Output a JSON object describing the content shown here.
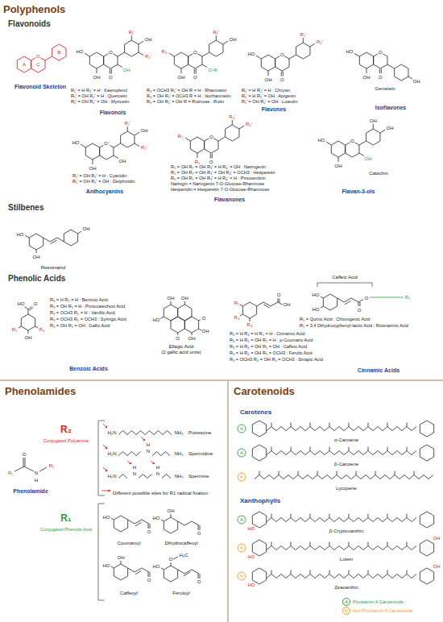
{
  "diagram": {
    "nodes": [
      {
        "text": [
          "Polyphenols"
        ]
      },
      {
        "text": [
          "Flavonoids"
        ],
        "in": 0
      },
      {
        "text": [
          "Flavonoid Skeleton"
        ],
        "in": 1
      },
      {
        "text": [
          "R₁' = H R₂' = H : Kaempferol",
          "R₁' = OH R₂' = H : Quercetin",
          "R₁' = OH R₂' = OH : Myricetin",
          "R₃ = OCH3 R₁' = OH R = H : Rhamnetin",
          "R₃ = OH R₁' = OCH3 R = H : Isorhamnetin",
          "R₃ = OH R₁' = OH R = Rutinose : Rutin",
          "Flavonols"
        ],
        "in": 1
      },
      {
        "text": [
          "R₁' = H R₂' = H : Chrysin",
          "R₁' = H R₂' = OH : Apigenin",
          "R₁' = OH R₂' = OH : Luteolin",
          "Flavones"
        ],
        "in": 1
      },
      {
        "text": [
          "Genistein",
          "Isoflavones"
        ],
        "in": 1
      },
      {
        "text": [
          "R₁' = OH R₂' = H : Cyanidin",
          "R₁' = OH R₂' = OH : Delphinidin",
          "Anthocyanins"
        ],
        "in": 1
      },
      {
        "text": [
          "R₅ = OH R₇ = OH R₃' = H R₄' = OH : Naringenin",
          "R₅ = OH R₇ = OH R₃' = OH R₄' = OCH3 : Hesperetin",
          "R₅ = OH R₇ = OH R₃' = H R₄' = H : Pinocembrin",
          "Naringin = Naringenin 7-O-Glucose-Rhamnose",
          "Hesperidin = Hesperetin 7-O-Glucose-Rhamnose",
          "Flavanones"
        ],
        "in": 1
      },
      {
        "text": [
          "Catechin",
          "Flavan-3-ols"
        ],
        "in": 1
      },
      {
        "text": [
          "Stilbenes",
          "Resveratrol"
        ],
        "in": 0
      },
      {
        "text": [
          "Phenolic Acids"
        ],
        "in": 0
      },
      {
        "text": [
          "R₃ = H R₅ = H : Benzoic Acid",
          "R₃ = OH R₅ = H : Protocatechuic Acid",
          "R₃ = OCH3 R₅ = H : Vanillic Acid",
          "R₃ = OCH3 R₅ = OCH3 : Syringic Acid",
          "R₃ = OH R₅ = OH : Gallic Acid",
          "Ellagic Acid",
          "(2 gallic acid units)",
          "Benzoic Acids"
        ],
        "in": 10
      },
      {
        "text": [
          "Caffeic Acid",
          "R₅ = Quinic Acid : Chlorogenic Acid",
          "R₅ = 3,4 Dihydroxyphenyl-lactic Acid : Rosmarinic Acid",
          "R₃ = H R₄ = H R₅ = H : Cinnamic Acid",
          "R₃ = H R₄ = OH R₅ = H : p-Coumaric Acid",
          "R₃ = H R₄ = OH R₅ = OH : Caffeic Acid",
          "R₃ = H R₄ = OH R₅ = OCH3 : Ferulic Acid",
          "R₃ = OCH3 R₄ = OH R₅ = OCH3 : Sinapic Acid",
          "Cinnamic Acids"
        ],
        "in": 10
      },
      {
        "text": [
          "Phenolamides"
        ]
      },
      {
        "text": [
          "Phenolamide"
        ],
        "in": 13
      },
      {
        "text": [
          "R₂",
          "Conjugated Polyamine",
          "Putrescine",
          "Spermidine",
          "Spermine",
          "Different possible sites for R1 radical fixation"
        ],
        "in": 13
      },
      {
        "text": [
          "R₁",
          "Conjugated Phenolic Acid",
          "Coumaroyl",
          "Dihydrocaffeoyl",
          "Caffeoyl",
          "Feruloyl"
        ],
        "in": 13
      },
      {
        "text": [
          "Carotenoids"
        ]
      },
      {
        "text": [
          "Carotenes",
          "α-Carotene",
          "β-Carotene",
          "Lycopene"
        ],
        "in": 17
      },
      {
        "text": [
          "Xanthophylls",
          "β-Cryptoxanthin",
          "Lutein",
          "Zeaxanthin"
        ],
        "in": 17
      }
    ],
    "labels": [
      "A",
      "C",
      "B",
      "O",
      "HO",
      "OH",
      "O",
      "O",
      "OH",
      "R₁'",
      "OH",
      "R₂'",
      "R₃",
      "OH",
      "O",
      "O",
      "O-R",
      "R₁'",
      "OH",
      "HO",
      "OH",
      "O",
      "O",
      "R₁'",
      "R₂'",
      "HO",
      "OH",
      "O",
      "O",
      "OH",
      "HO",
      "OH",
      "O⁺",
      "OH",
      "R₁'",
      "OH",
      "R₂'",
      "R₇",
      "R₅",
      "O",
      "O",
      "R₃'",
      "R₄'",
      "HO",
      "OH",
      "O",
      "OH",
      "OH",
      "OH",
      "HO",
      "OH",
      "OH",
      "HO",
      "O",
      "R₅",
      "R₃",
      "OH",
      "OH",
      "OH",
      "HO",
      "O",
      "O",
      "OH",
      "OH",
      "R₅",
      "R₄",
      "R₃",
      "O",
      "OH",
      "HO",
      "HO",
      "O",
      "O",
      "R₅",
      "R₁",
      "O",
      "N",
      "H",
      "R₂",
      "H₂N",
      "NH₂",
      "H₂N",
      "N",
      "H",
      "NH₂",
      "H₂N",
      "N",
      "H",
      "N",
      "H",
      "NH₂",
      "HO",
      "O",
      "HO",
      "OH",
      "O",
      "HO",
      "OH",
      "O",
      "HO",
      "O",
      "H₃C",
      "O",
      "A",
      "A",
      "N",
      "A",
      "HO",
      "N",
      "HO",
      "OH",
      "N",
      "HO",
      "OH",
      "A",
      "N"
    ],
    "legend": [
      {
        "text": "Provitamin A Carotenoids",
        "color": "#2e9b3e"
      },
      {
        "text": "Non Provitamin A Carotenoids",
        "color": "#f39a1e"
      }
    ]
  }
}
